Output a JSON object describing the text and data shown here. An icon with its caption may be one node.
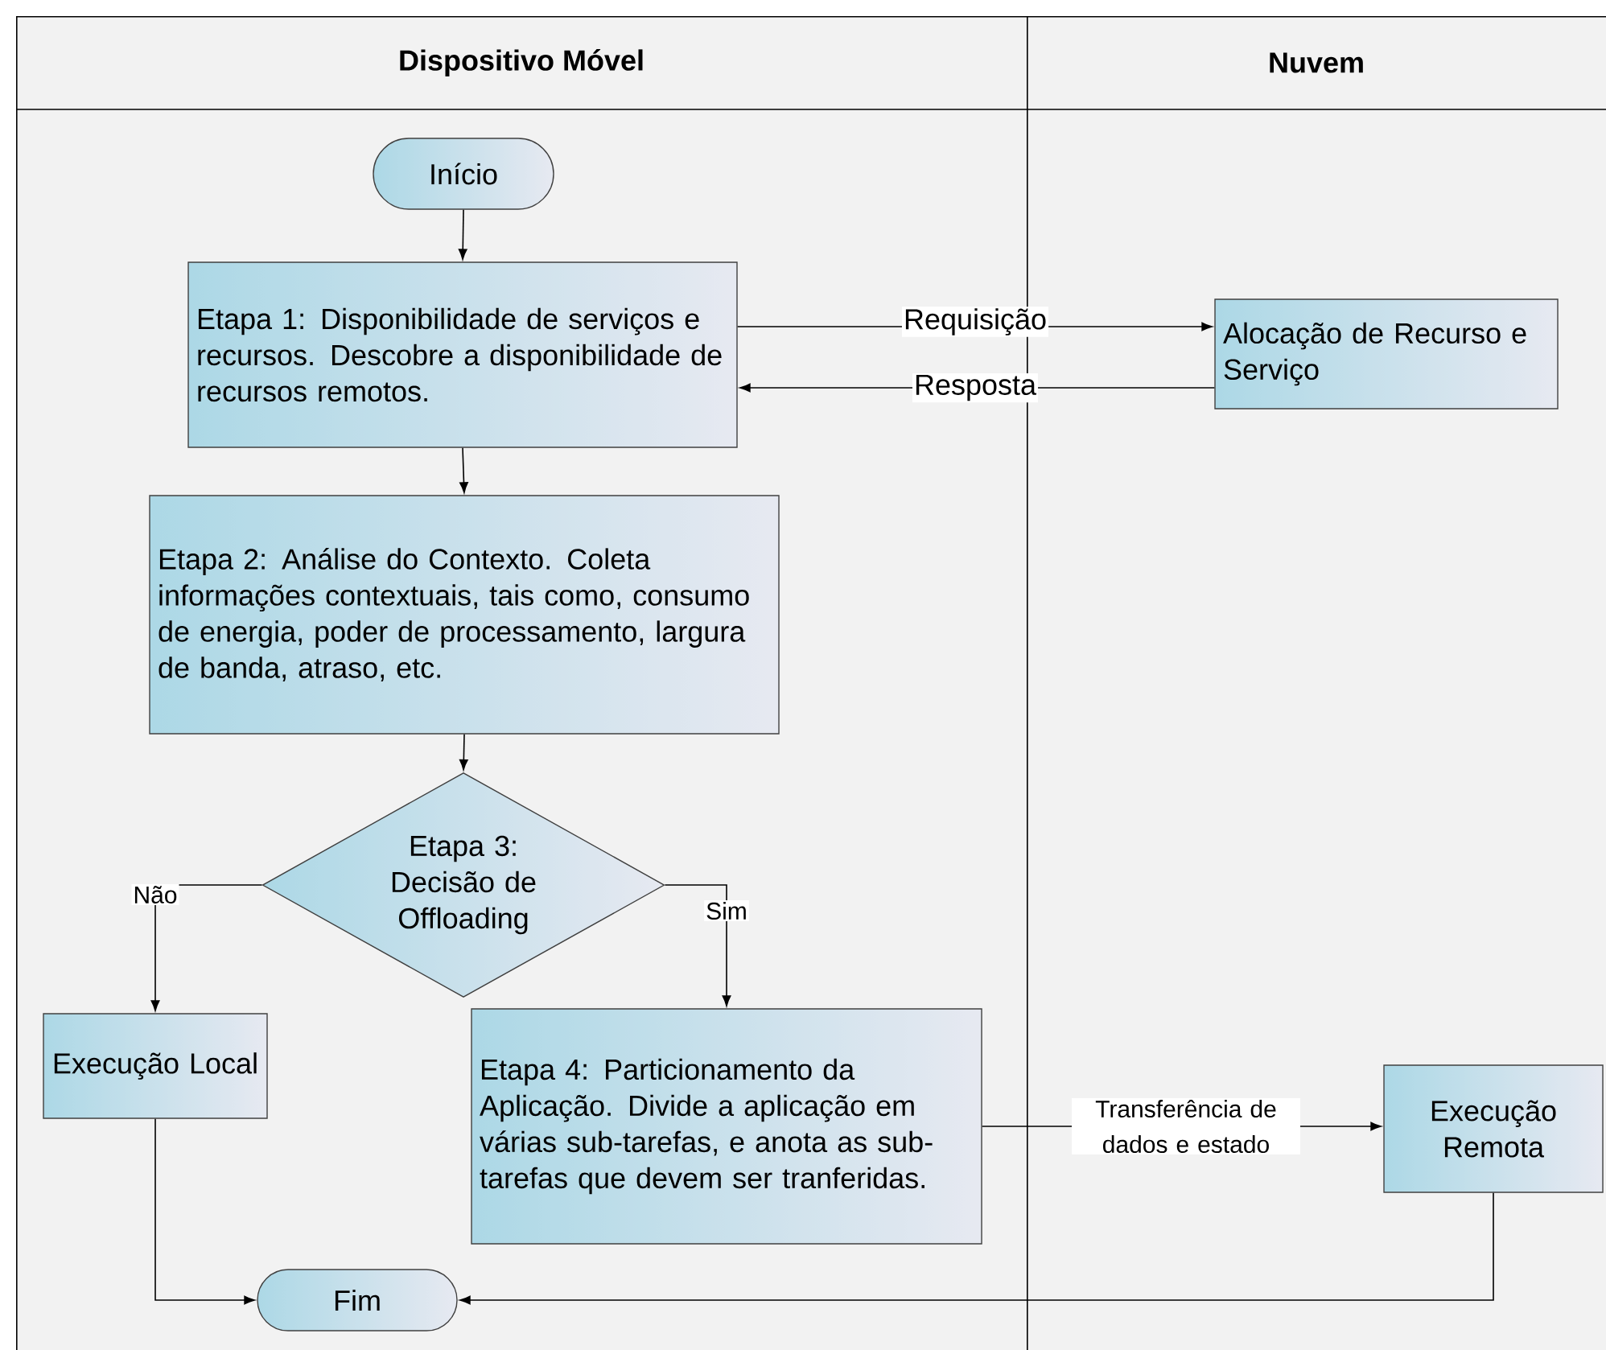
{
  "diagram": {
    "nodes": [
      {
        "text": [
          "Dispositivo Móvel"
        ]
      },
      {
        "text": [
          "Nuvem"
        ]
      },
      {
        "text": [
          "Início"
        ],
        "in": 0
      },
      {
        "text": [
          "Etapa 1: Disponibilidade de serviços e recursos. Descobre a disponibilidade de recursos remotos."
        ],
        "in": 0
      },
      {
        "text": [
          "Alocação de Recurso e Serviço"
        ],
        "in": 1
      },
      {
        "text": [
          "Etapa 2: Análise do Contexto. Coleta informações contextuais, tais como, consumo de energia, poder de processamento, largura de banda, atraso, etc."
        ],
        "in": 0
      },
      {
        "text": [
          "Etapa 3: Decisão de Offloading"
        ],
        "in": 0
      },
      {
        "text": [
          "Execução Local"
        ],
        "in": 0
      },
      {
        "text": [
          "Etapa 4: Particionamento da Aplicação. Divide a aplicação em várias sub-tarefas, e anota as sub-tarefas que devem ser tranferidas."
        ],
        "in": 0
      },
      {
        "text": [
          "Execução Remota"
        ],
        "in": 1
      },
      {
        "text": [
          "Fim"
        ],
        "in": 0
      }
    ],
    "edges": [
      {
        "from": 2,
        "to": 3,
        "arrow": "to"
      },
      {
        "from": 3,
        "to": 4,
        "arrow": "to",
        "label": "Requisição"
      },
      {
        "from": 4,
        "to": 3,
        "arrow": "to",
        "label": "Resposta"
      },
      {
        "from": 3,
        "to": 5,
        "arrow": "to"
      },
      {
        "from": 5,
        "to": 6,
        "arrow": "to"
      },
      {
        "from": 6,
        "to": 7,
        "arrow": "to",
        "label": "Não"
      },
      {
        "from": 6,
        "to": 8,
        "arrow": "to",
        "label": "Sim"
      },
      {
        "from": 8,
        "to": 9,
        "arrow": "to",
        "label": "Transferência de dados e estado"
      },
      {
        "from": 7,
        "to": 10,
        "arrow": "to"
      },
      {
        "from": 9,
        "to": 10,
        "arrow": "to"
      }
    ]
  }
}
